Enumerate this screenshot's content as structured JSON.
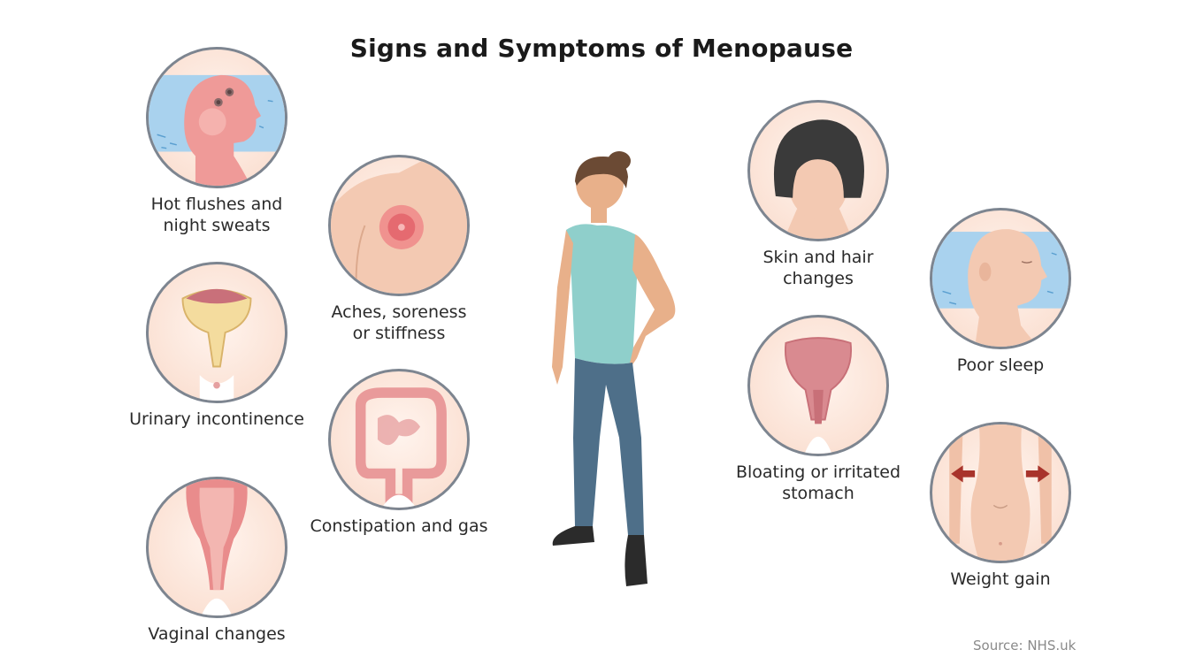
{
  "title": "Signs and Symptoms of Menopause",
  "source": "Source: NHS.uk",
  "symptoms": [
    {
      "id": "hot-flushes",
      "label_line1": "Hot flushes and",
      "label_line2": "night sweats",
      "icon": "head-sweat-icon"
    },
    {
      "id": "aches",
      "label_line1": "Aches, soreness",
      "label_line2": "or stiffness",
      "icon": "shoulder-pain-icon"
    },
    {
      "id": "urinary",
      "label_line1": "Urinary incontinence",
      "label_line2": "",
      "icon": "bladder-icon"
    },
    {
      "id": "constipation",
      "label_line1": "Constipation and gas",
      "label_line2": "",
      "icon": "intestine-icon"
    },
    {
      "id": "vaginal",
      "label_line1": "Vaginal changes",
      "label_line2": "",
      "icon": "pelvic-anatomy-icon"
    },
    {
      "id": "skin-hair",
      "label_line1": "Skin and hair",
      "label_line2": "changes",
      "icon": "hair-icon"
    },
    {
      "id": "poor-sleep",
      "label_line1": "Poor sleep",
      "label_line2": "",
      "icon": "sleeping-head-icon"
    },
    {
      "id": "bloating",
      "label_line1": "Bloating or irritated",
      "label_line2": "stomach",
      "icon": "uterus-icon"
    },
    {
      "id": "weight-gain",
      "label_line1": "Weight gain",
      "label_line2": "",
      "icon": "torso-expand-icon"
    }
  ],
  "colors": {
    "circle_border": "#7d8590",
    "skin": "#e8b08a",
    "shirt": "#8fcfcb",
    "pants": "#4e6f89",
    "hair": "#6b4a34",
    "shoes": "#2b2b2b",
    "pillow": "#a9d2ee",
    "flush": "#ef9a98",
    "arrow_red": "#a8332b"
  }
}
